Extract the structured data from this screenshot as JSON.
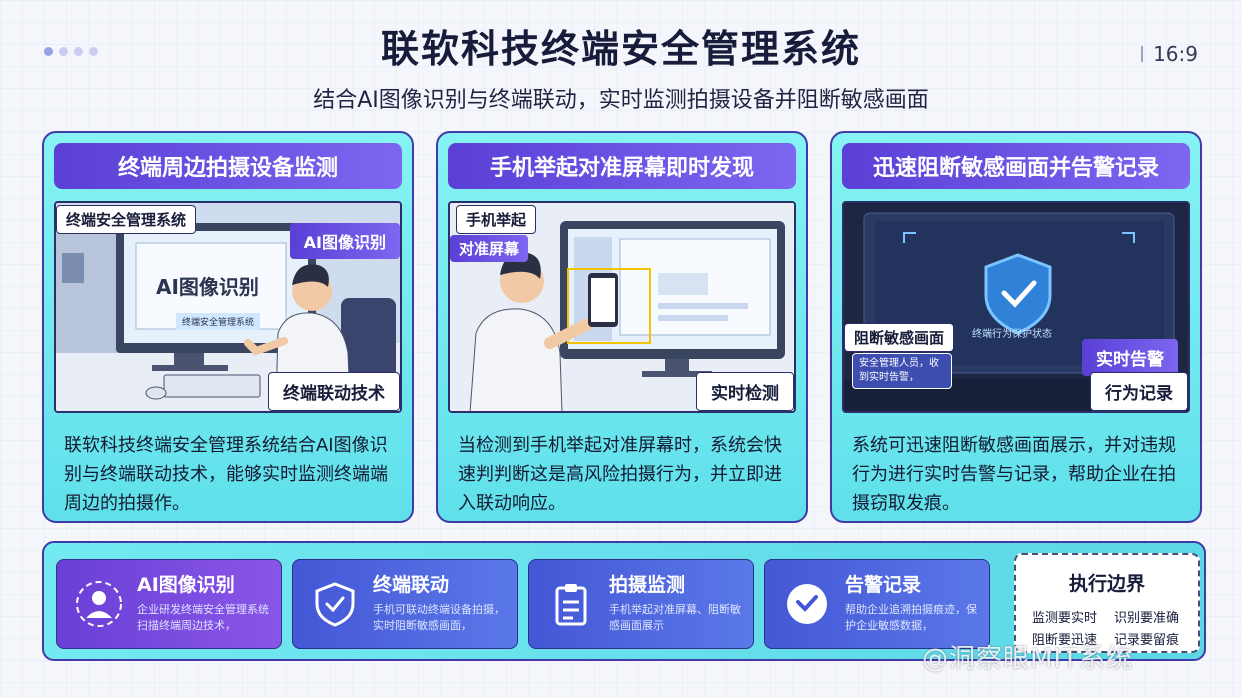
{
  "header": {
    "title": "联软科技终端安全管理系统",
    "subtitle": "结合AI图像识别与终端联动，实时监测拍摄设备并阻断敏感画面",
    "ratio": "16:9"
  },
  "cards": [
    {
      "title": "终端周边拍摄设备监测",
      "tags": [
        "终端安全管理系统",
        "AI图像识别",
        "终端联动技术"
      ],
      "screen_text": "AI图像识别",
      "screen_small": "终端安全管理系统",
      "text": "联软科技终端安全管理系统结合AI图像识别与终端联动技术，能够实时监测终端端周边的拍摄作。"
    },
    {
      "title": "手机举起对准屏幕即时发现",
      "tags": [
        "手机举起",
        "对准屏幕",
        "实时检测"
      ],
      "text": "当检测到手机举起对准屏幕时，系统会快速判判断这是高风险拍摄行为，并立即进入联动响应。"
    },
    {
      "title": "迅速阻断敏感画面并告警记录",
      "tags": [
        "阻断敏感画面",
        "实时告警",
        "行为记录"
      ],
      "screen_text": "终端行为保护状态",
      "note": "安全管理人员，收到实时告警，",
      "text": "系统可迅速阻断敏感画面展示，并对违规行为进行实时告警与记录，帮助企业在拍摄窃取发痕。"
    }
  ],
  "features": [
    {
      "icon": "person-icon",
      "title": "AI图像识别",
      "desc": "企业研发终端安全管理系统扫描终端周边技术，"
    },
    {
      "icon": "shield-icon",
      "title": "终端联动",
      "desc": "手机可联动终端设备拍摄，实时阻断敏感画面，"
    },
    {
      "icon": "clipboard-icon",
      "title": "拍摄监测",
      "desc": "手机举起对准屏幕、阻断敏感画面展示"
    },
    {
      "icon": "check-badge-icon",
      "title": "告警记录",
      "desc": "帮助企业追溯拍摄痕迹，保护企业敏感数据，"
    }
  ],
  "boundary": {
    "title": "执行边界",
    "items": [
      "监测要实时",
      "识别要准确",
      "阻断要迅速",
      "记录要留痕"
    ]
  },
  "watermark": "@洞察眼MIT系统",
  "colors": {
    "accent_purple": "#5b3fd6",
    "card_cyan": "#6ee8ee",
    "border": "#3f3aa8"
  }
}
